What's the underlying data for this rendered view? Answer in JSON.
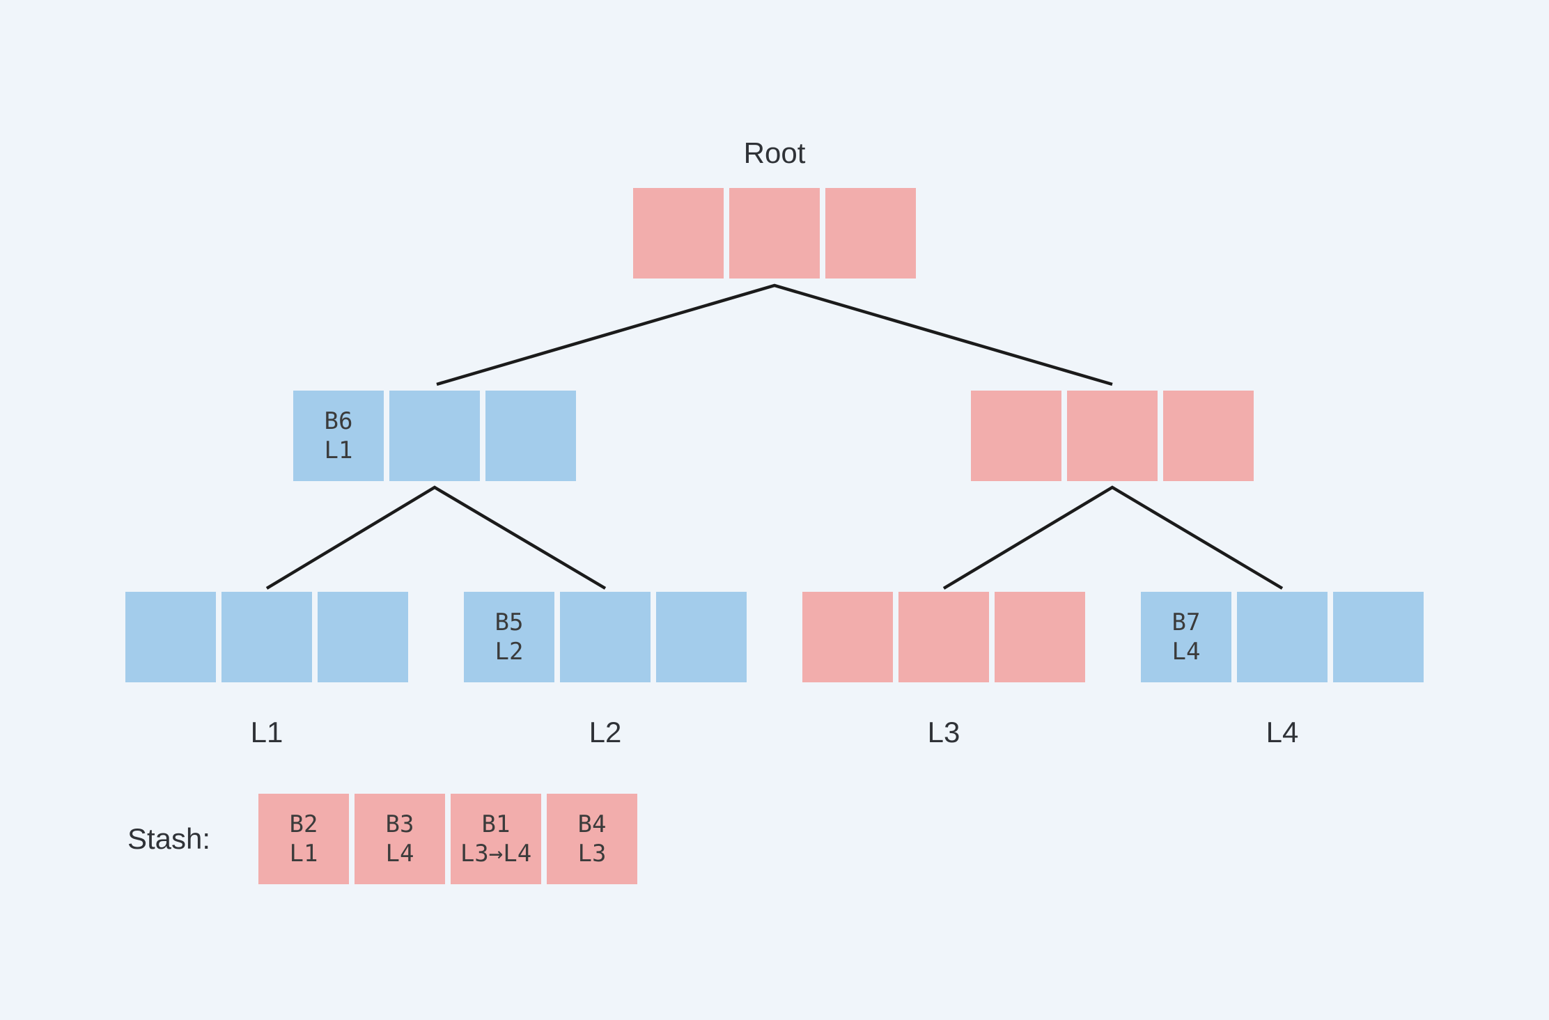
{
  "colors": {
    "background": "#F0F5FA",
    "pink": "#F2ADAC",
    "blue": "#A3CCEB",
    "line": "#1B1B1B",
    "cell_text": "#3B3B3B",
    "label_text": "#2F3237"
  },
  "tree": {
    "root": {
      "label": "Root",
      "fill": "pink",
      "cells": [
        [],
        [],
        []
      ]
    },
    "internal": [
      {
        "fill": "blue",
        "cells": [
          [
            "B6",
            "L1"
          ],
          [],
          []
        ]
      },
      {
        "fill": "pink",
        "cells": [
          [],
          [],
          []
        ]
      }
    ],
    "leaves": [
      {
        "label": "L1",
        "fill": "blue",
        "cells": [
          [],
          [],
          []
        ]
      },
      {
        "label": "L2",
        "fill": "blue",
        "cells": [
          [
            "B5",
            "L2"
          ],
          [],
          []
        ]
      },
      {
        "label": "L3",
        "fill": "pink",
        "cells": [
          [],
          [],
          []
        ]
      },
      {
        "label": "L4",
        "fill": "blue",
        "cells": [
          [
            "B7",
            "L4"
          ],
          [],
          []
        ]
      }
    ]
  },
  "stash": {
    "label": "Stash:",
    "cells": [
      [
        "B2",
        "L1"
      ],
      [
        "B3",
        "L4"
      ],
      [
        "B1",
        "L3→L4"
      ],
      [
        "B4",
        "L3"
      ]
    ]
  }
}
